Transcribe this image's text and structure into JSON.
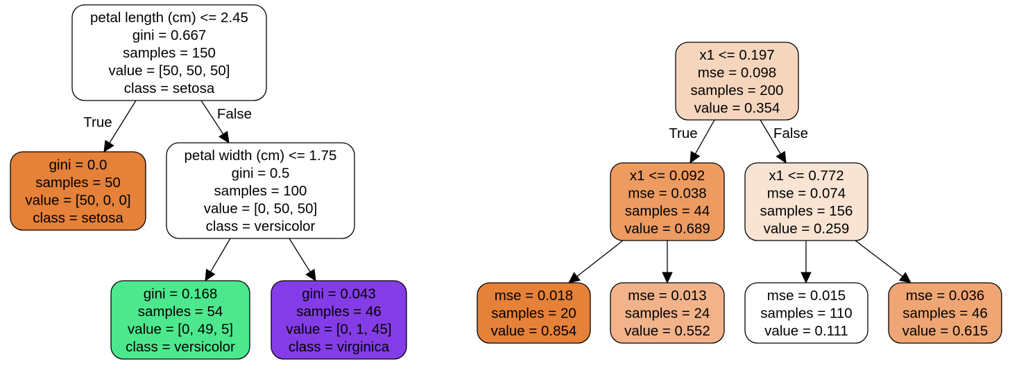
{
  "trees": [
    {
      "nodes": [
        {
          "id": "n0",
          "fill": "#ffffff",
          "lines": [
            "petal length (cm) <= 2.45",
            "gini = 0.667",
            "samples = 150",
            "value = [50, 50, 50]",
            "class = setosa"
          ]
        },
        {
          "id": "n1",
          "fill": "#e58139",
          "lines": [
            "gini = 0.0",
            "samples = 50",
            "value = [50, 0, 0]",
            "class = setosa"
          ]
        },
        {
          "id": "n2",
          "fill": "#ffffff",
          "lines": [
            "petal width (cm) <= 1.75",
            "gini = 0.5",
            "samples = 100",
            "value = [0, 50, 50]",
            "class = versicolor"
          ]
        },
        {
          "id": "n3",
          "fill": "#4de88e",
          "lines": [
            "gini = 0.168",
            "samples = 54",
            "value = [0, 49, 5]",
            "class = versicolor"
          ]
        },
        {
          "id": "n4",
          "fill": "#843de6",
          "lines": [
            "gini = 0.043",
            "samples = 46",
            "value = [0, 1, 45]",
            "class = virginica"
          ]
        }
      ],
      "edges": [
        {
          "from": "n0",
          "to": "n1",
          "label": "True"
        },
        {
          "from": "n0",
          "to": "n2",
          "label": "False"
        },
        {
          "from": "n2",
          "to": "n3",
          "label": ""
        },
        {
          "from": "n2",
          "to": "n4",
          "label": ""
        }
      ]
    },
    {
      "nodes": [
        {
          "id": "r0",
          "fill": "#f6d5bd",
          "lines": [
            "x1 <= 0.197",
            "mse = 0.098",
            "samples = 200",
            "value = 0.354"
          ]
        },
        {
          "id": "r1",
          "fill": "#ed9b61",
          "lines": [
            "x1 <= 0.092",
            "mse = 0.038",
            "samples = 44",
            "value = 0.689"
          ]
        },
        {
          "id": "r2",
          "fill": "#f9e4d4",
          "lines": [
            "x1 <= 0.772",
            "mse = 0.074",
            "samples = 156",
            "value = 0.259"
          ]
        },
        {
          "id": "r3",
          "fill": "#e58139",
          "lines": [
            "mse = 0.018",
            "samples = 20",
            "value = 0.854"
          ]
        },
        {
          "id": "r4",
          "fill": "#f2b38a",
          "lines": [
            "mse = 0.013",
            "samples = 24",
            "value = 0.552"
          ]
        },
        {
          "id": "r5",
          "fill": "#ffffff",
          "lines": [
            "mse = 0.015",
            "samples = 110",
            "value = 0.111"
          ]
        },
        {
          "id": "r6",
          "fill": "#efa674",
          "lines": [
            "mse = 0.036",
            "samples = 46",
            "value = 0.615"
          ]
        }
      ],
      "edges": [
        {
          "from": "r0",
          "to": "r1",
          "label": "True"
        },
        {
          "from": "r0",
          "to": "r2",
          "label": "False"
        },
        {
          "from": "r1",
          "to": "r3",
          "label": ""
        },
        {
          "from": "r1",
          "to": "r4",
          "label": ""
        },
        {
          "from": "r2",
          "to": "r5",
          "label": ""
        },
        {
          "from": "r2",
          "to": "r6",
          "label": ""
        }
      ]
    }
  ]
}
